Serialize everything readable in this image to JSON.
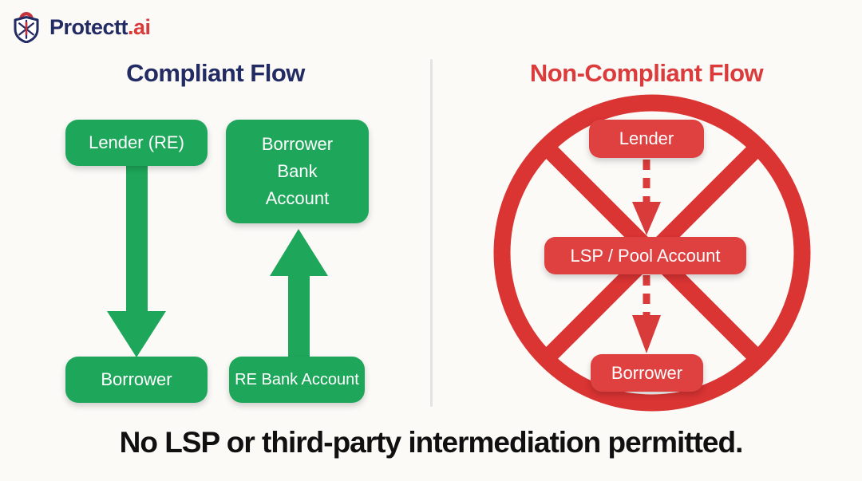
{
  "logo": {
    "brand": "Protectt",
    "suffix": ".ai"
  },
  "left": {
    "title": "Compliant Flow",
    "lender": "Lender (RE)",
    "borrower": "Borrower",
    "borrower_bank": "Borrower Bank Account",
    "re_bank": "RE Bank Account"
  },
  "right": {
    "title": "Non-Compliant Flow",
    "lender": "Lender",
    "lsp": "LSP / Pool Account",
    "borrower": "Borrower"
  },
  "caption": "No LSP or third-party intermediation permitted.",
  "colors": {
    "green": "#1EA75A",
    "red_box": "#DF4040",
    "red_ring": "#DA3433",
    "navy": "#232B63",
    "title_red": "#DB3B3B",
    "background": "#FBFAF7"
  }
}
